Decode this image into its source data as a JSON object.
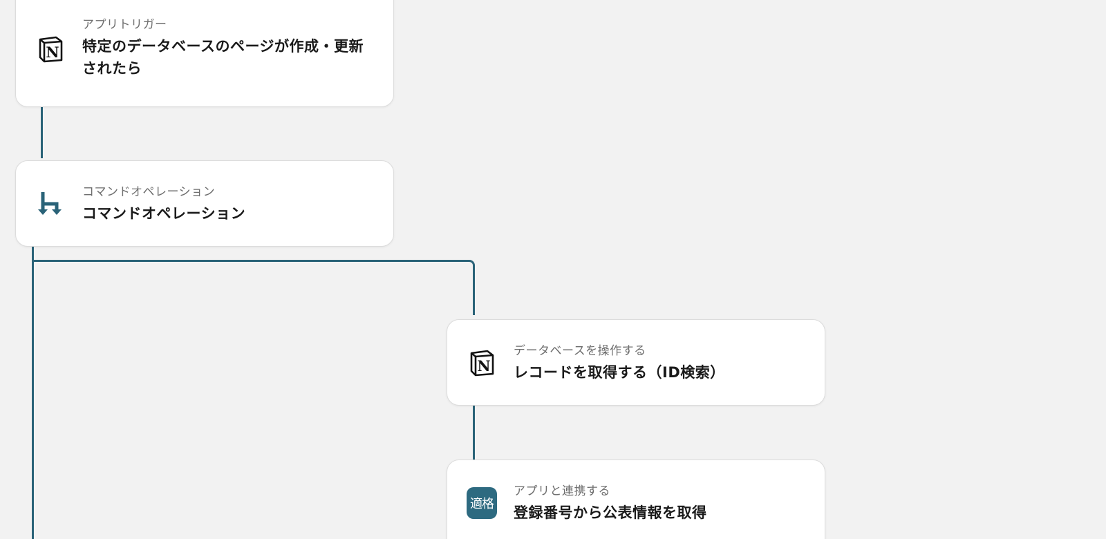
{
  "colors": {
    "connector": "#2a6378",
    "background": "#f2f2f2",
    "badge": "#2d6a80"
  },
  "nodes": [
    {
      "icon": "notion-icon",
      "subtitle": "アプリトリガー",
      "title_line1": "特定のデータベースのページが作成・更新",
      "title_line2": "されたら"
    },
    {
      "icon": "command-operation-icon",
      "subtitle": "コマンドオペレーション",
      "title": "コマンドオペレーション"
    },
    {
      "icon": "notion-icon",
      "subtitle": "データベースを操作する",
      "title": "レコードを取得する（ID検索）"
    },
    {
      "icon": "invoice-eligibility-icon",
      "icon_label": "適格",
      "subtitle": "アプリと連携する",
      "title": "登録番号から公表情報を取得"
    }
  ]
}
